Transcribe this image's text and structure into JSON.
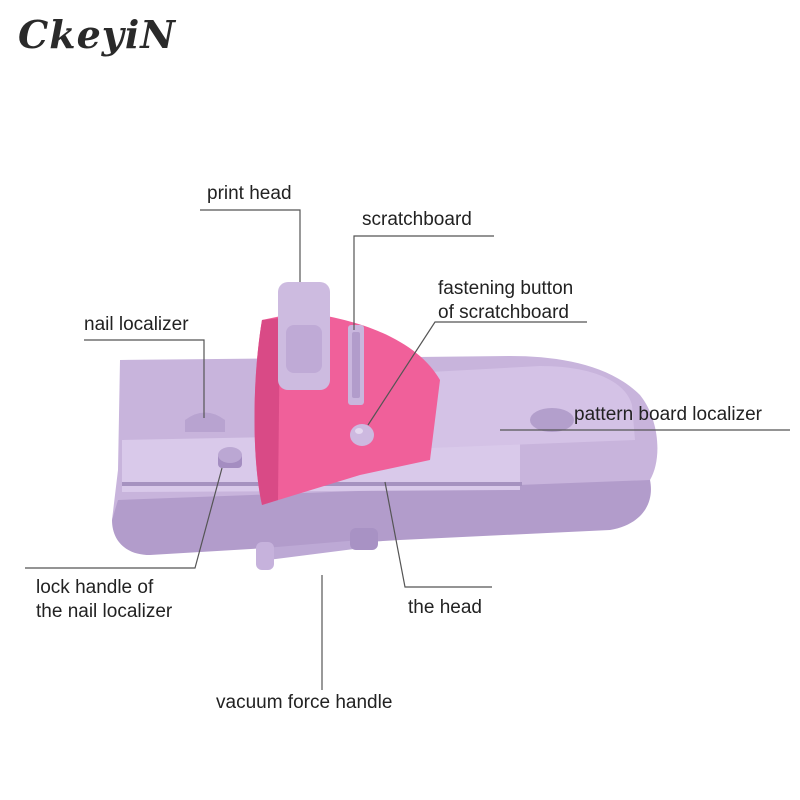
{
  "brand": {
    "logo_text": "CkeyiN"
  },
  "labels": {
    "print_head": "print head",
    "scratchboard": "scratchboard",
    "fastening_button_line1": "fastening button",
    "fastening_button_line2": "of scratchboard",
    "nail_localizer": "nail localizer",
    "pattern_board_localizer": "pattern board localizer",
    "lock_handle_line1": "lock handle of",
    "lock_handle_line2": "the nail localizer",
    "the_head": "the head",
    "vacuum_force_handle": "vacuum force handle"
  },
  "colors": {
    "body_lavender": "#c8b4dc",
    "body_shadow": "#b29ccb",
    "head_pink": "#f0609a",
    "head_pink_dark": "#d94a86",
    "leader_line": "#555555"
  }
}
